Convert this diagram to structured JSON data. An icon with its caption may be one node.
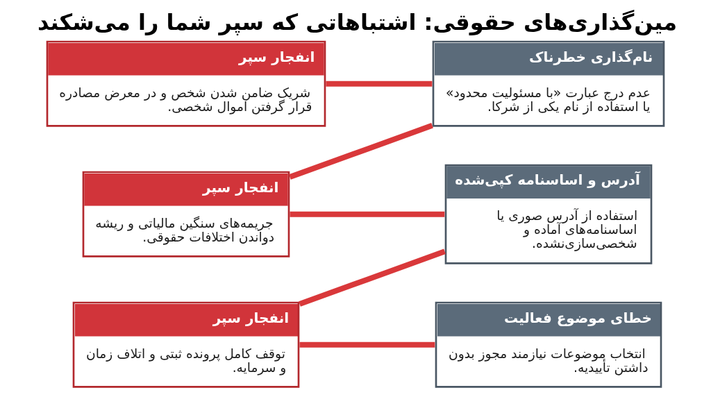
{
  "diagram": {
    "title": "مین‌گذاری‌های حقوقی: اشتباهاتی که سپر شما را می‌شکند",
    "nodes": [
      {
        "text": [
          "نام‌گذاری خطرناک",
          "عدم درج عبارت «با مسئولیت محدود» یا استفاده از نام یکی از شرکا."
        ]
      },
      {
        "text": [
          "انفجار سپر",
          "شریک ضامن شدن شخص و در معرض مصادره قرار گرفتن اموال شخصی."
        ]
      },
      {
        "text": [
          "آدرس و اساسنامه کپی‌شده",
          "استفاده از آدرس صوری یا اساسنامه‌های آماده و شخصی‌سازی‌نشده."
        ]
      },
      {
        "text": [
          "انفجار سپر",
          "جریمه‌های سنگین مالیاتی و ریشه دواندن اختلافات حقوقی."
        ]
      },
      {
        "text": [
          "خطای موضوع فعالیت",
          "انتخاب موضوعات نیازمند مجوز بدون داشتن تأییدیه."
        ]
      },
      {
        "text": [
          "انفجار سپر",
          "توقف کامل پرونده ثبتی و اتلاف زمان و سرمایه."
        ]
      }
    ],
    "edges": [
      {
        "from": 1,
        "to": 0,
        "arrow": "none"
      },
      {
        "from": 0,
        "to": 3,
        "arrow": "none"
      },
      {
        "from": 3,
        "to": 2,
        "arrow": "none"
      },
      {
        "from": 2,
        "to": 5,
        "arrow": "none"
      },
      {
        "from": 5,
        "to": 4,
        "arrow": "none"
      }
    ]
  }
}
